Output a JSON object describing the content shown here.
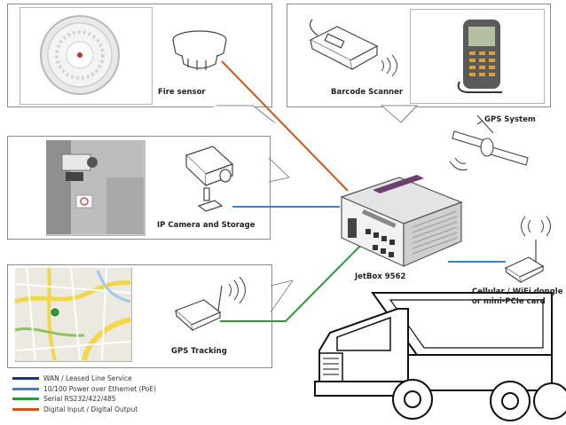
{
  "labels": {
    "fire_sensor": "Fire sensor",
    "barcode_scanner": "Barcode Scanner",
    "gps_system": "GPS System",
    "ip_camera": "IP Camera and Storage",
    "jetbox": "JetBox 9562",
    "cellular_line1": "Cellular / WiFi dongle",
    "cellular_line2": "or mini-PCIe card",
    "gps_tracking": "GPS Tracking"
  },
  "legend": [
    {
      "label": "WAN / Leased Line Service",
      "color": "#1f2f8a"
    },
    {
      "label": "10/100 Power over Ethernet (PoE)",
      "color": "#3b7fd0"
    },
    {
      "label": "Serial RS232/422/485",
      "color": "#2f9a3a"
    },
    {
      "label": "Digital Input / Digital Output",
      "color": "#d2541b"
    }
  ],
  "icons": [
    "smoke-detector",
    "fire-sensor",
    "barcode-scanner",
    "handheld-scanner",
    "gps-satellite",
    "camera-photo",
    "ip-camera",
    "jetbox-device",
    "map-image",
    "gps-tracker",
    "wifi-dongle",
    "dump-truck"
  ]
}
